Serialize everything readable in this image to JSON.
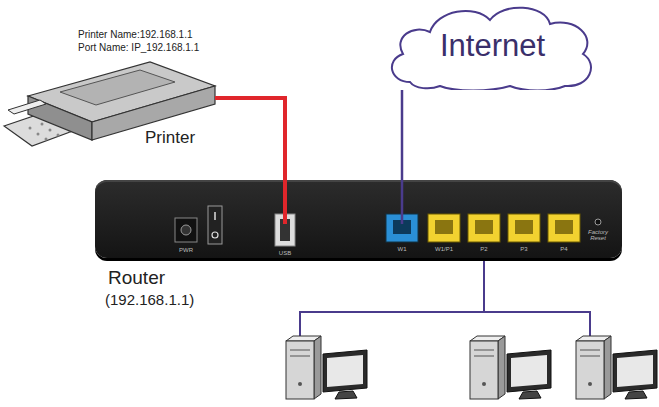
{
  "diagram": {
    "nodes": [
      {
        "text": [
          "Printer"
        ]
      },
      {
        "text": [
          "Internet"
        ]
      },
      {
        "text": [
          "Router",
          "(192.168.1.1)"
        ]
      }
    ],
    "edges": [
      {
        "from": 0,
        "to": 2,
        "arrow": "none"
      },
      {
        "from": 1,
        "to": 2,
        "arrow": "none"
      }
    ],
    "labels": [
      "Printer Name:192.168.1.1",
      "Port Name: IP_192.168.1.1",
      "PWR",
      "USB",
      "W1",
      "W1/P1",
      "P2",
      "P3",
      "P4",
      "Factory Reset"
    ]
  }
}
